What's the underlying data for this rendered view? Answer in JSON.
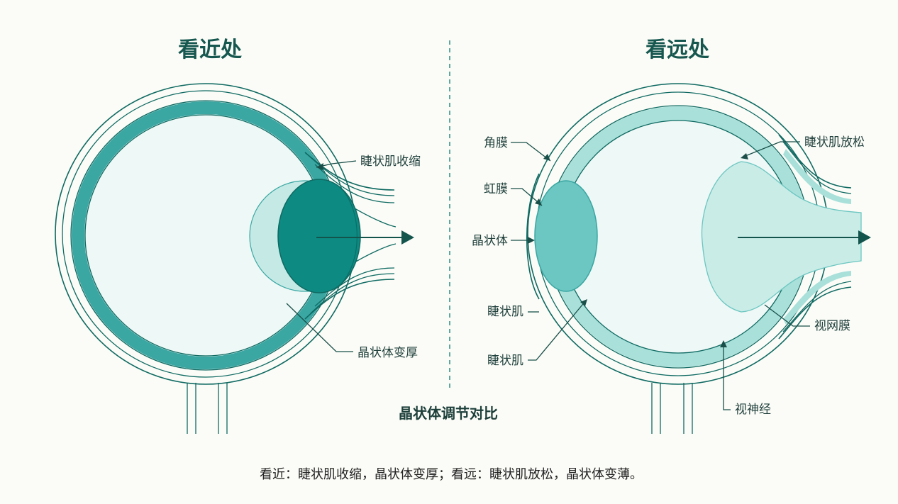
{
  "near": {
    "title": "看近处",
    "labels": {
      "ciliary_contract": "睫状肌收缩",
      "lens_thicken": "晶状体变厚"
    }
  },
  "far": {
    "title": "看远处",
    "labels": {
      "cornea": "角膜",
      "iris": "虹膜",
      "lens": "晶状体",
      "ciliary_1": "睫状肌",
      "ciliary_2": "睫状肌",
      "ciliary_relax": "睫状肌放松",
      "retina": "视网膜",
      "optic_nerve": "视神经"
    }
  },
  "center_title": "晶状体调节对比",
  "caption": "看近：睫状肌收缩，晶状体变厚；看远：睫状肌放松，晶状体变薄。",
  "colors": {
    "teal_dark": "#0f6a62",
    "teal_ring": "#3aa7a3",
    "teal_light": "#9fdcd6",
    "lens_near": "#0d8a82",
    "lens_far": "#6cc6c1",
    "eye_fill": "#eef8f6",
    "title": "#16574f"
  }
}
